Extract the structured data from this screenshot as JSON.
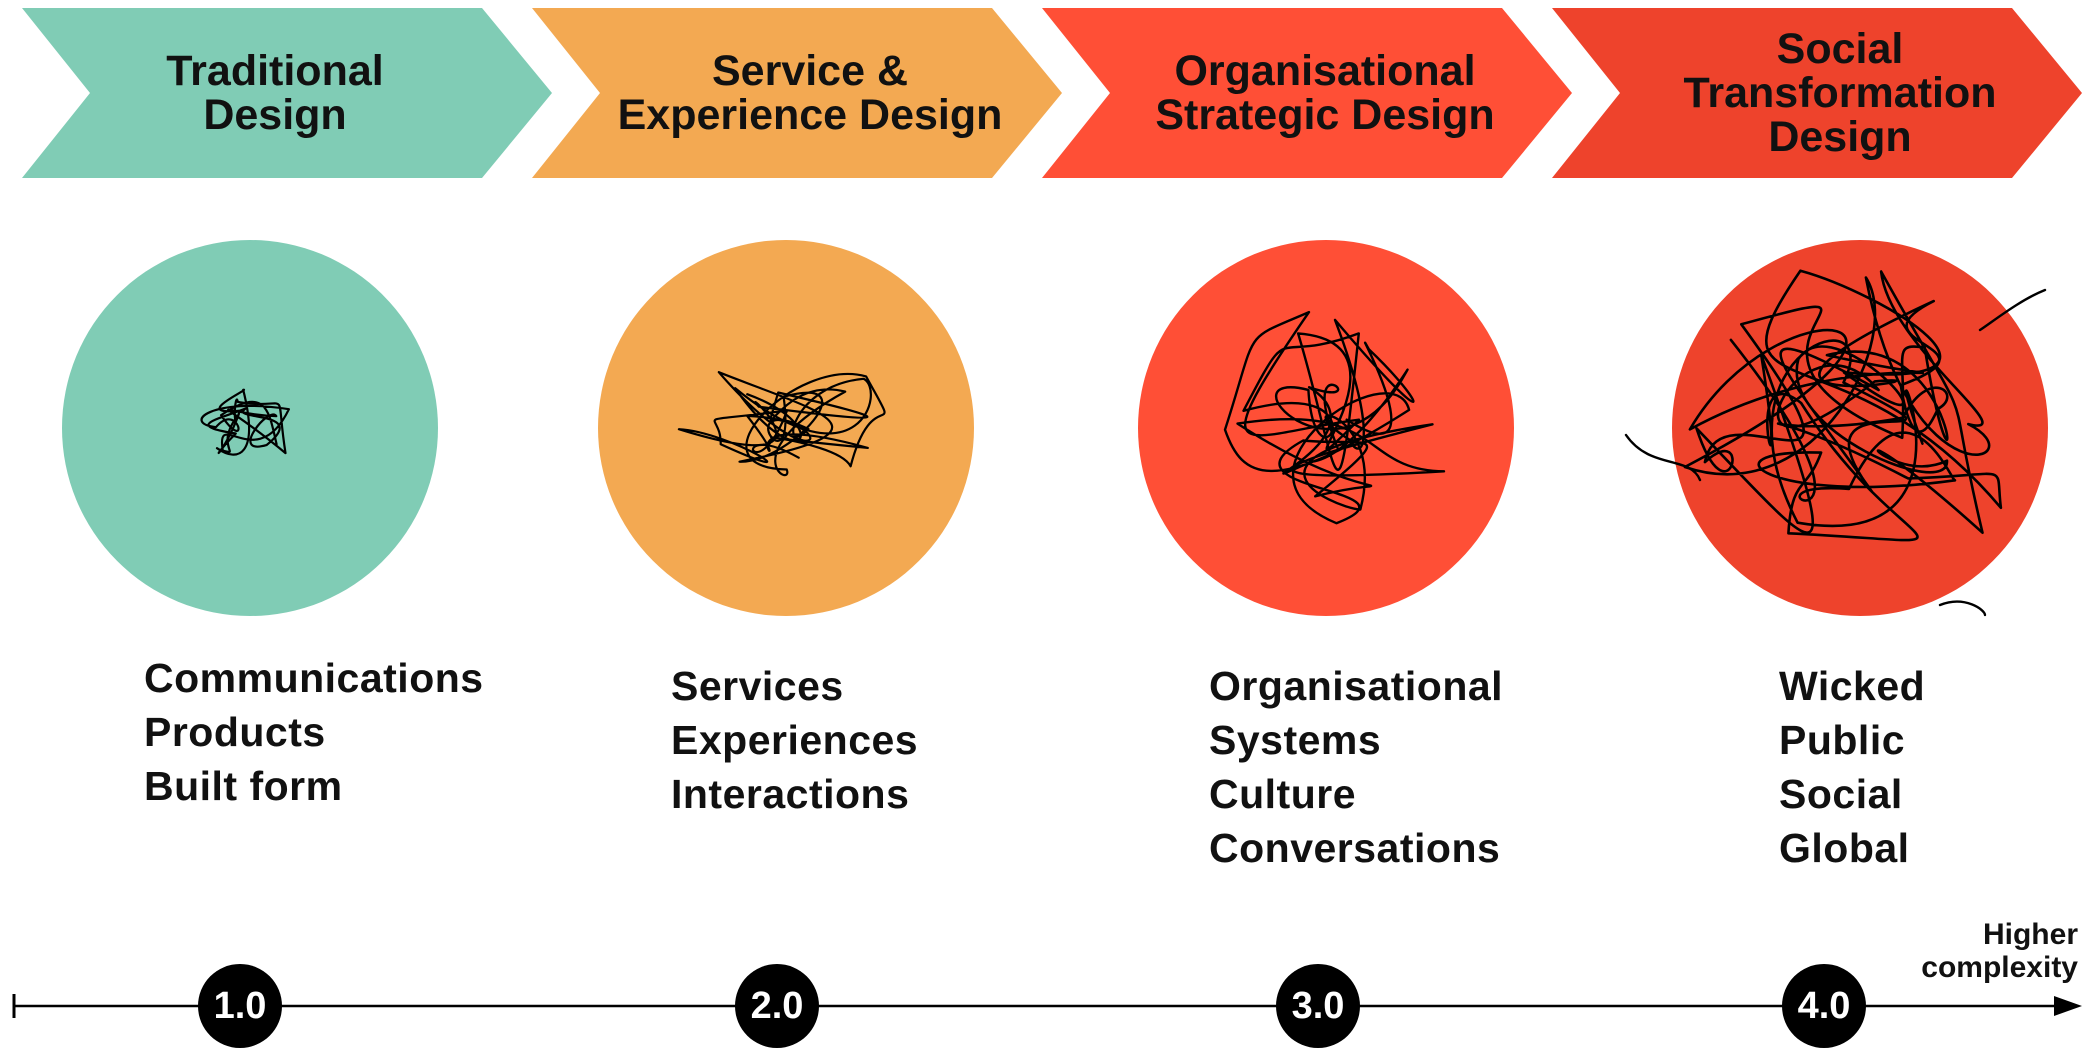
{
  "stages": [
    {
      "title_lines": [
        "Traditional",
        "Design"
      ],
      "items": [
        "Communications",
        "Products",
        "Built form"
      ],
      "number": "1.0",
      "color": "#80CCB5",
      "scribble_size": "small"
    },
    {
      "title_lines": [
        "Service &",
        "Experience Design"
      ],
      "items": [
        "Services",
        "Experiences",
        "Interactions"
      ],
      "number": "2.0",
      "color": "#F3A952",
      "scribble_size": "medium"
    },
    {
      "title_lines": [
        "Organisational",
        "Strategic Design"
      ],
      "items": [
        "Organisational",
        "Systems",
        "Culture",
        "Conversations"
      ],
      "number": "3.0",
      "color": "#FF4F36",
      "scribble_size": "large"
    },
    {
      "title_lines": [
        "Social",
        "Transformation",
        "Design"
      ],
      "items": [
        "Wicked",
        "Public",
        "Social",
        "Global"
      ],
      "number": "4.0",
      "color": "#EE432C",
      "scribble_size": "extra-large"
    }
  ],
  "axis": {
    "label_lines": [
      "Higher",
      "complexity"
    ]
  }
}
